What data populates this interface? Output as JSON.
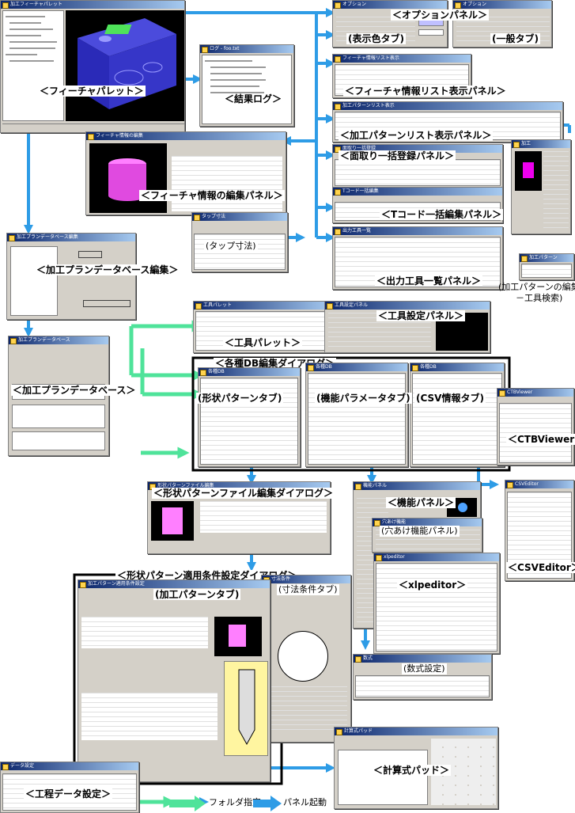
{
  "labels": {
    "feature_palette": "＜フィーチャパレット＞",
    "option_panel": "＜オプションパネル＞",
    "display_color_tab": "(表示色タブ)",
    "general_tab": "(一般タブ)",
    "result_log": "＜結果ログ＞",
    "feature_info_list": "＜フィーチャ情報リスト表示パネル＞",
    "machining_pattern_list": "＜加工パターンリスト表示パネル＞",
    "chamfer_batch": "＜面取り一括登録パネル＞",
    "feature_info_edit": "＜フィーチャ情報の編集パネル＞",
    "tcode_batch": "＜Tコード一括編集パネル＞",
    "tap_dimension": "(タップ寸法)",
    "output_tool_list": "＜出力工具一覧パネル＞",
    "machining_pattern_edit_tool_search_1": "(加工パターンの編集",
    "machining_pattern_edit_tool_search_2": "－工具検索)",
    "plan_db_edit": "＜加工プランデータベース編集＞",
    "tool_setting": "＜工具設定パネル＞",
    "tool_palette": "＜工具パレット＞",
    "db_edit_dialog": "＜各種DB編集ダイアログ＞",
    "plan_db": "＜加工プランデータベース＞",
    "shape_pattern_tab": "(形状パターンタブ)",
    "function_param_tab": "(機能パラメータタブ)",
    "csv_info_tab": "(CSV情報タブ)",
    "ctb_viewer": "＜CTBViewer＞",
    "shape_pattern_file_edit": "＜形状パターンファイル編集ダイアログ＞",
    "function_panel": "＜機能パネル＞",
    "open_function_panel": "(穴あけ機能パネル)",
    "csv_editor": "＜CSVEditor＞",
    "shape_pattern_condition": "＜形状パターン適用条件設定ダイアログ＞",
    "dimension_condition_tab": "(寸法条件タブ)",
    "machining_pattern_tab": "(加工パターンタブ)",
    "xlpeditor": "＜xlpeditor＞",
    "formula_setting": "(数式設定)",
    "process_data_setting": "＜工程データ設定＞",
    "calc_pad": "＜計算式パッド＞"
  },
  "legend": {
    "folder_spec": "フォルダ指定",
    "panel_launch": "パネル起動"
  },
  "colors": {
    "cyan_arrow": "#2e9ce6",
    "green_arrow": "#4fe39a",
    "title_dark": "#0a246a",
    "title_light": "#a6caf0"
  }
}
